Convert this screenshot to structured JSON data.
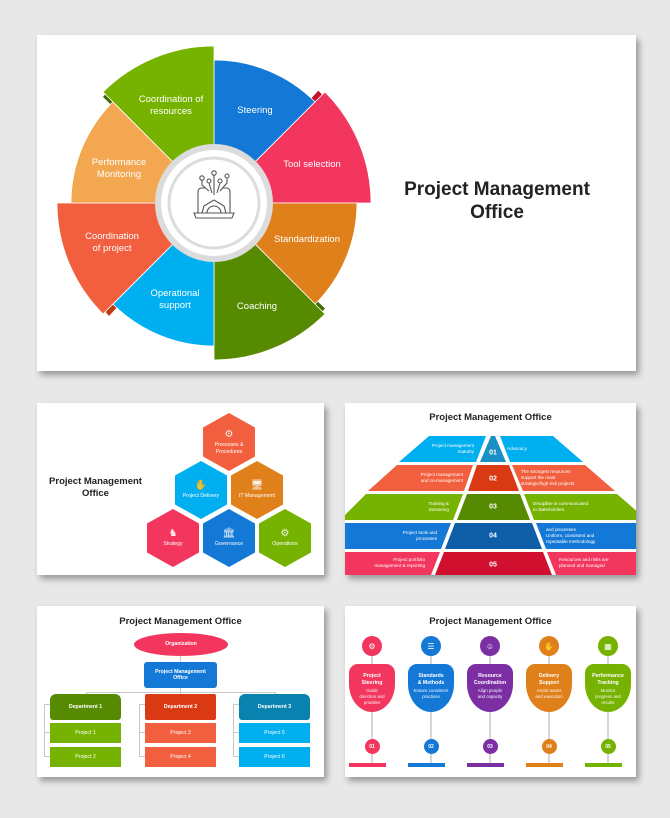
{
  "colors": {
    "background": "#e8e8e8",
    "slide": "#ffffff",
    "title": "#222222",
    "green": "#76b300",
    "blue": "#1478d6",
    "pink": "#f2365e",
    "orange_dark": "#e0801a",
    "green_dark": "#568a00",
    "sky": "#00aff0",
    "red_orange": "#f25f3e",
    "light_orange": "#f2a750",
    "purple": "#7b2fa3"
  },
  "main_slide": {
    "title": "Project Management Office",
    "center_icon": "laptop-gear-network-icon",
    "wheel": [
      {
        "label": "Steering",
        "color": "#1478d6"
      },
      {
        "label": "Tool selection",
        "color": "#f2365e"
      },
      {
        "label": "Standardization",
        "color": "#e0801a"
      },
      {
        "label": "Coaching",
        "color": "#568a00"
      },
      {
        "label": "Operational support",
        "color": "#00aff0"
      },
      {
        "label": "Coordination of project",
        "color": "#f25f3e"
      },
      {
        "label": "Performance Monitoring",
        "color": "#f2a750"
      },
      {
        "label": "Coordination of resources",
        "color": "#76b300"
      }
    ],
    "labels": {
      "steering": "Steering",
      "tool_selection": "Tool selection",
      "standardization": "Standardization",
      "coaching": "Coaching",
      "operational_1": "Operational",
      "operational_2": "support",
      "coord_project_1": "Coordination",
      "coord_project_2": "of project",
      "perf_1": "Performance",
      "perf_2": "Monitoring",
      "coord_res_1": "Coordination of",
      "coord_res_2": "resources"
    }
  },
  "hex_slide": {
    "title_line1": "Project Management",
    "title_line2": "Office",
    "hexes": [
      {
        "label1": "Processes &",
        "label2": "Procedures",
        "icon": "⚙",
        "icon_name": "process-flow-icon",
        "color": "#f25f3e"
      },
      {
        "label1": "Project Delivery",
        "label2": "",
        "icon": "✋",
        "icon_name": "hand-delivery-icon",
        "color": "#00aff0"
      },
      {
        "label1": "IT Management",
        "label2": "",
        "icon": "🖥",
        "icon_name": "monitor-gear-icon",
        "color": "#e0801a"
      },
      {
        "label1": "Strategy",
        "label2": "",
        "icon": "♞",
        "icon_name": "chess-knight-icon",
        "color": "#f2365e"
      },
      {
        "label1": "Governance",
        "label2": "",
        "icon": "🏛",
        "icon_name": "government-building-icon",
        "color": "#1478d6"
      },
      {
        "label1": "Operations",
        "label2": "",
        "icon": "⚙",
        "icon_name": "team-gears-icon",
        "color": "#76b300"
      }
    ]
  },
  "pyramid_slide": {
    "title": "Project Management Office",
    "levels": [
      {
        "num": "01",
        "left1": "Project management",
        "left2": "maturity",
        "right1": "Advocacy",
        "right2": "",
        "right3": "",
        "color": "#00aff0",
        "center": "#1a8fc4"
      },
      {
        "num": "02",
        "left1": "Project management",
        "left2": "and co-management",
        "right1": "The strongest resources",
        "right2": "support the most",
        "right3": "strategic/high-risk projects",
        "color": "#f25f3e",
        "center": "#d93a14"
      },
      {
        "num": "03",
        "left1": "Training &",
        "left2": "mentoring",
        "right1": "Discipline is communicated",
        "right2": "to stakeholders",
        "right3": "",
        "color": "#76b300",
        "center": "#568a00"
      },
      {
        "num": "04",
        "left1": "Project tools and",
        "left2": "processes",
        "right1": "and processes",
        "right2": "Uniform, consistent and",
        "right3": "repeatable methodology",
        "color": "#1478d6",
        "center": "#0f5ea8"
      },
      {
        "num": "05",
        "left1": "Project portfolio",
        "left2": "management & reporting",
        "right1": "Resources and risks are",
        "right2": "planned and managed",
        "right3": "",
        "color": "#f2365e",
        "center": "#d1102f"
      }
    ]
  },
  "org_slide": {
    "title": "Project Management Office",
    "root": "Organization",
    "pmo1": "Project Management",
    "pmo2": "Office",
    "departments": [
      {
        "name": "Department 1",
        "color": "#568a00",
        "proj_color": "#76b300",
        "projects": [
          "Project 1",
          "Project 2"
        ]
      },
      {
        "name": "Department 2",
        "color": "#d93a14",
        "proj_color": "#f25f3e",
        "projects": [
          "Project 3",
          "Project 4"
        ]
      },
      {
        "name": "Department 3",
        "color": "#0a82b0",
        "proj_color": "#00aff0",
        "projects": [
          "Project 5",
          "Project 6"
        ]
      }
    ]
  },
  "timeline_slide": {
    "title": "Project Management Office",
    "steps": [
      {
        "num": "01",
        "t1": "Project",
        "t2": "Steering",
        "d1": "Guide",
        "d2": "direction and",
        "d3": "priorities",
        "color": "#f2365e",
        "icon": "⚙",
        "icon_name": "steering-network-icon"
      },
      {
        "num": "02",
        "t1": "Standards",
        "t2": "& Methods",
        "d1": "Ensure consistent",
        "d2": "practices",
        "d3": "",
        "color": "#1478d6",
        "icon": "☰",
        "icon_name": "checklist-icon"
      },
      {
        "num": "03",
        "t1": "Resource",
        "t2": "Coordination",
        "d1": "Align people",
        "d2": "and capacity",
        "d3": "",
        "color": "#7b2fa3",
        "icon": "☺",
        "icon_name": "people-group-icon"
      },
      {
        "num": "04",
        "t1": "Delivery",
        "t2": "Support",
        "d1": "Assist teams",
        "d2": "and execution",
        "d3": "",
        "color": "#e0801a",
        "icon": "✋",
        "icon_name": "support-hands-icon"
      },
      {
        "num": "05",
        "t1": "Performance",
        "t2": "Tracking",
        "d1": "Monitor",
        "d2": "progress and",
        "d3": "results",
        "color": "#76b300",
        "icon": "▦",
        "icon_name": "performance-chart-icon"
      }
    ]
  }
}
